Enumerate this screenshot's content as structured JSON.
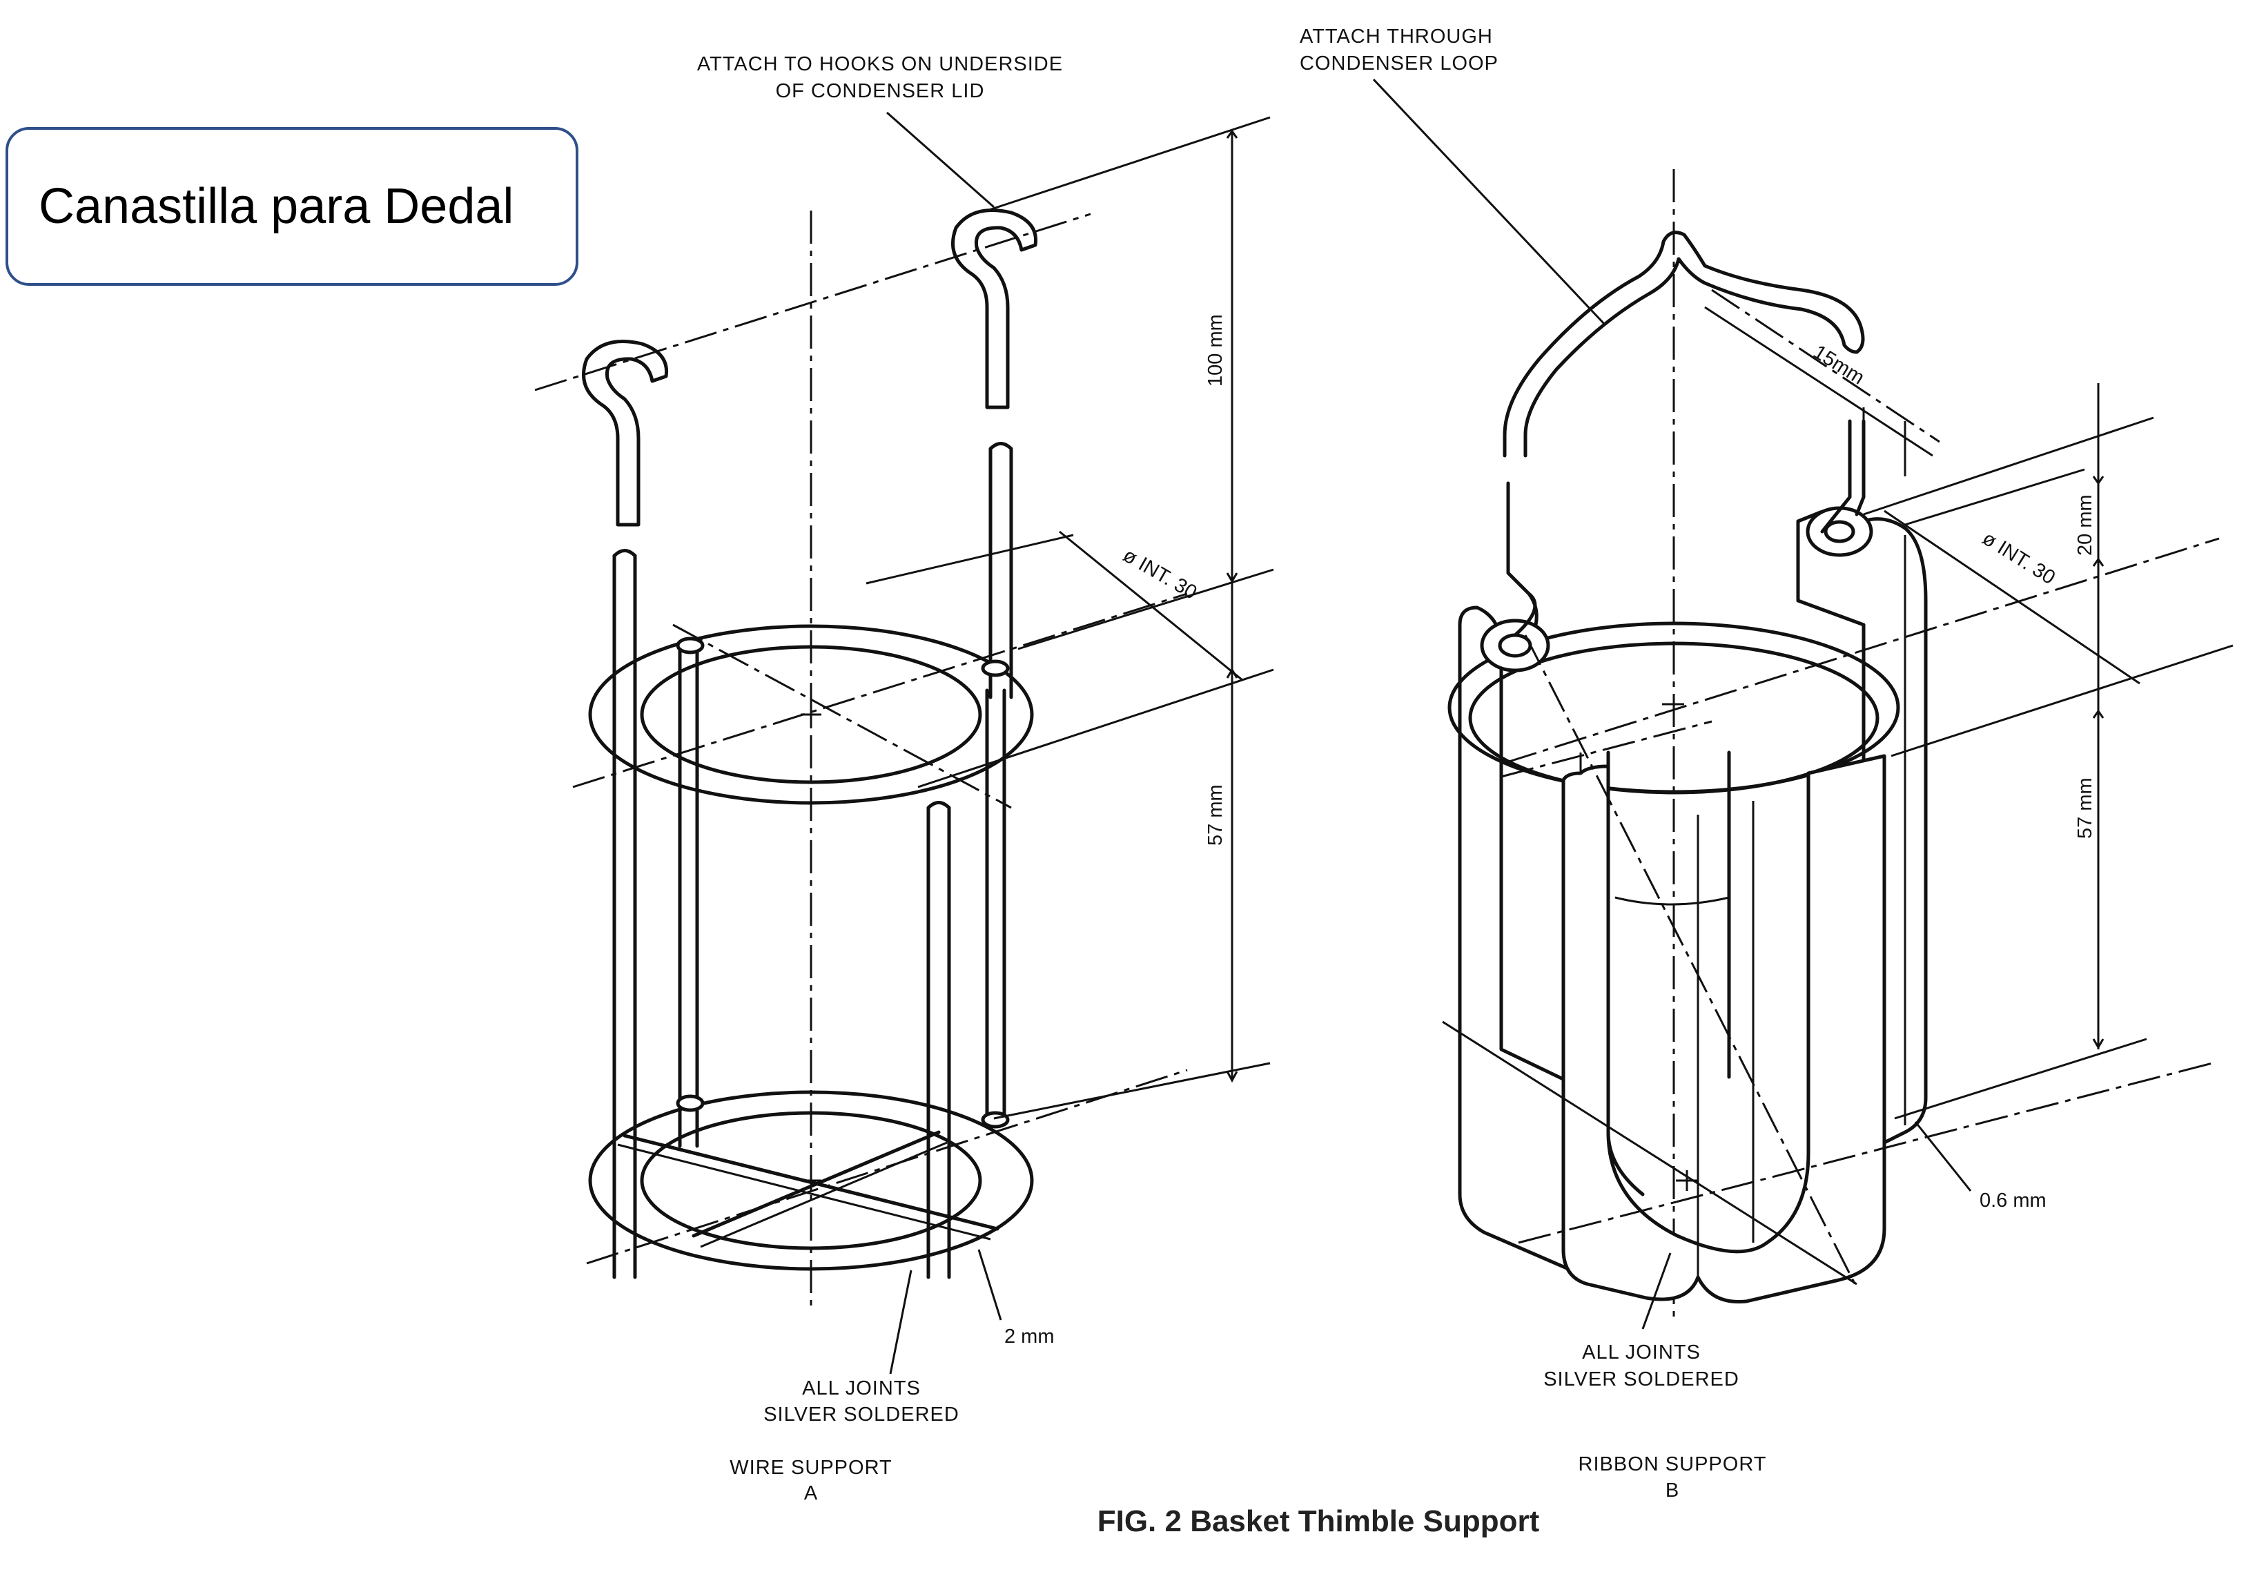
{
  "callout": {
    "title": "Canastilla para Dedal"
  },
  "figure": {
    "caption": "FIG. 2 Basket Thimble Support",
    "wire_support": {
      "top_note_line1": "ATTACH TO HOOKS ON UNDERSIDE",
      "top_note_line2": "OF CONDENSER LID",
      "dim_height": "100 mm",
      "dim_diameter": "ø INT. 30",
      "dim_basket": "57 mm",
      "dim_wire": "2 mm",
      "joints_line1": "ALL JOINTS",
      "joints_line2": "SILVER SOLDERED",
      "name_line1": "WIRE SUPPORT",
      "name_line2": "A"
    },
    "ribbon_support": {
      "top_note_line1": "ATTACH THROUGH",
      "top_note_line2": "CONDENSER LOOP",
      "dim_hook": "15mm",
      "dim_diameter": "ø INT. 30",
      "dim_tab": "20 mm",
      "dim_basket": "57 mm",
      "dim_thickness": "0.6 mm",
      "joints_line1": "ALL JOINTS",
      "joints_line2": "SILVER SOLDERED",
      "name_line1": "RIBBON SUPPORT",
      "name_line2": "B"
    }
  }
}
